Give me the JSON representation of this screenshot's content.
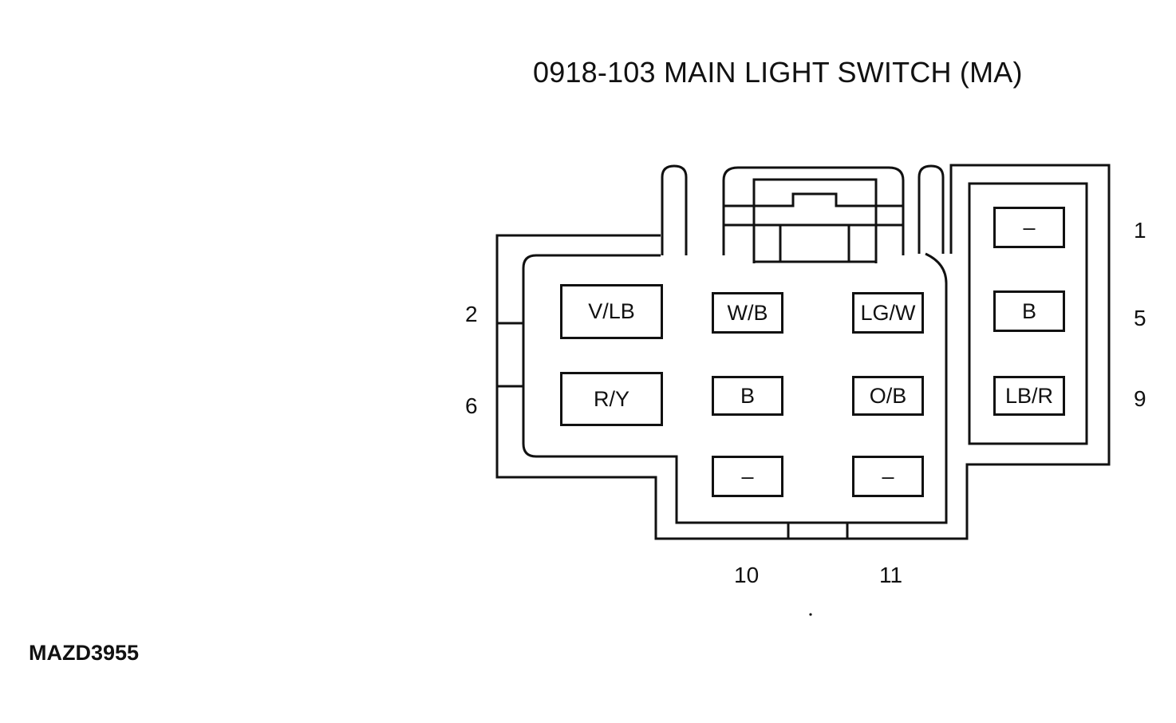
{
  "title": "0918-103 MAIN LIGHT SWITCH (MA)",
  "figure_code": "MAZD3955",
  "pin_numbers": {
    "p1": "1",
    "p2": "2",
    "p5": "5",
    "p6": "6",
    "p9": "9",
    "p10": "10",
    "p11": "11"
  },
  "cavities": {
    "r1c1": "V/LB",
    "r1c2": "W/B",
    "r1c3": "LG/W",
    "r2c1": "R/Y",
    "r2c2": "B",
    "r2c3": "O/B",
    "r3c2": "–",
    "r3c3": "–",
    "side1": "–",
    "side2": "B",
    "side3": "LB/R"
  }
}
